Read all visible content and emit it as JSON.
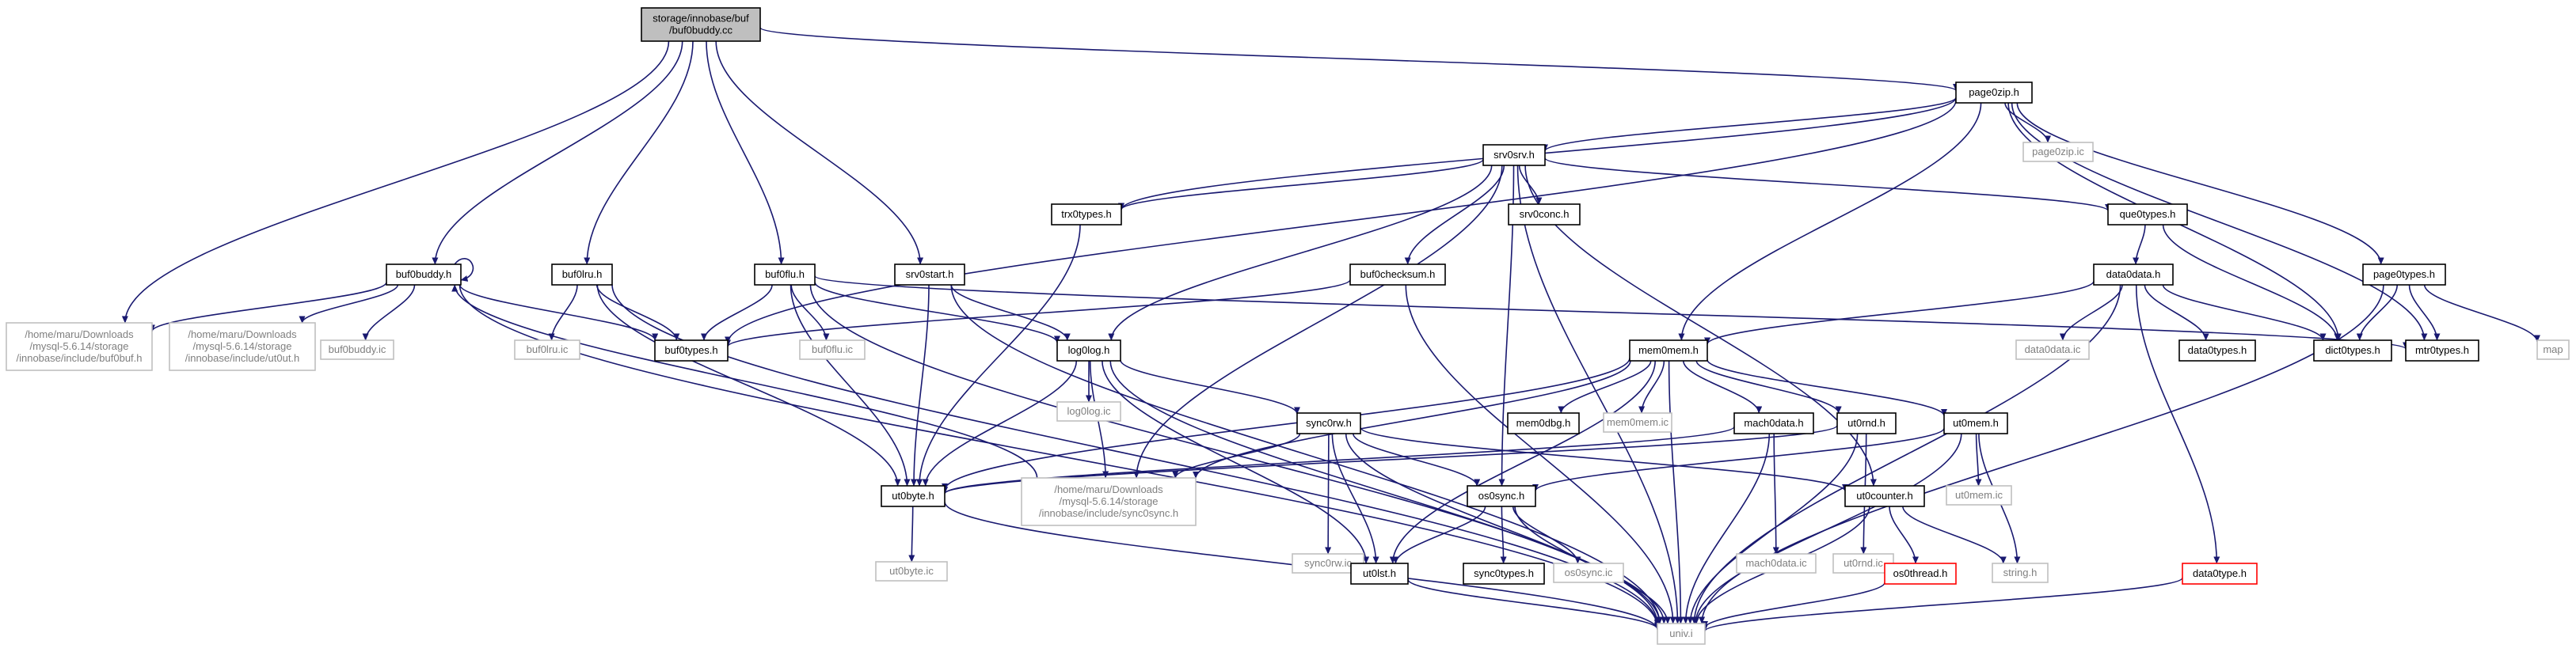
{
  "colors": {
    "edge": "#191970",
    "root_fill": "#bfbfbf",
    "node_border": "#000000",
    "external_border": "#bfbfbf",
    "external_text": "#7f7f7f",
    "missing_border": "#ff0000",
    "text": "#000000"
  },
  "nodes": [
    {
      "id": "root",
      "lines": [
        "storage/innobase/buf",
        "/buf0buddy.cc"
      ],
      "style": "root"
    },
    {
      "id": "page0zip_h",
      "lines": [
        "page0zip.h"
      ],
      "style": "normal"
    },
    {
      "id": "page0zip_ic",
      "lines": [
        "page0zip.ic"
      ],
      "style": "external"
    },
    {
      "id": "srv0srv_h",
      "lines": [
        "srv0srv.h"
      ],
      "style": "normal"
    },
    {
      "id": "trx0types_h",
      "lines": [
        "trx0types.h"
      ],
      "style": "normal"
    },
    {
      "id": "srv0conc_h",
      "lines": [
        "srv0conc.h"
      ],
      "style": "normal"
    },
    {
      "id": "que0types_h",
      "lines": [
        "que0types.h"
      ],
      "style": "normal"
    },
    {
      "id": "buf0buddy_h",
      "lines": [
        "buf0buddy.h"
      ],
      "style": "normal"
    },
    {
      "id": "buf0lru_h",
      "lines": [
        "buf0lru.h"
      ],
      "style": "normal"
    },
    {
      "id": "buf0flu_h",
      "lines": [
        "buf0flu.h"
      ],
      "style": "normal"
    },
    {
      "id": "srv0start_h",
      "lines": [
        "srv0start.h"
      ],
      "style": "normal"
    },
    {
      "id": "buf0checksum_h",
      "lines": [
        "buf0checksum.h"
      ],
      "style": "normal"
    },
    {
      "id": "data0data_h",
      "lines": [
        "data0data.h"
      ],
      "style": "normal"
    },
    {
      "id": "page0types_h",
      "lines": [
        "page0types.h"
      ],
      "style": "normal"
    },
    {
      "id": "ext_buf0buf",
      "lines": [
        "/home/maru/Downloads",
        "/mysql-5.6.14/storage",
        "/innobase/include/buf0buf.h"
      ],
      "style": "external"
    },
    {
      "id": "ext_ut0ut",
      "lines": [
        "/home/maru/Downloads",
        "/mysql-5.6.14/storage",
        "/innobase/include/ut0ut.h"
      ],
      "style": "external"
    },
    {
      "id": "buf0buddy_ic",
      "lines": [
        "buf0buddy.ic"
      ],
      "style": "external"
    },
    {
      "id": "buf0types_h",
      "lines": [
        "buf0types.h"
      ],
      "style": "normal"
    },
    {
      "id": "buf0lru_ic",
      "lines": [
        "buf0lru.ic"
      ],
      "style": "external"
    },
    {
      "id": "buf0flu_ic",
      "lines": [
        "buf0flu.ic"
      ],
      "style": "external"
    },
    {
      "id": "log0log_h",
      "lines": [
        "log0log.h"
      ],
      "style": "normal"
    },
    {
      "id": "mem0mem_h",
      "lines": [
        "mem0mem.h"
      ],
      "style": "normal"
    },
    {
      "id": "data0data_ic",
      "lines": [
        "data0data.ic"
      ],
      "style": "external"
    },
    {
      "id": "data0types_h",
      "lines": [
        "data0types.h"
      ],
      "style": "normal"
    },
    {
      "id": "dict0types_h",
      "lines": [
        "dict0types.h"
      ],
      "style": "normal"
    },
    {
      "id": "mtr0types_h",
      "lines": [
        "mtr0types.h"
      ],
      "style": "normal"
    },
    {
      "id": "map",
      "lines": [
        "map"
      ],
      "style": "external"
    },
    {
      "id": "log0log_ic",
      "lines": [
        "log0log.ic"
      ],
      "style": "external"
    },
    {
      "id": "mem0dbg_h",
      "lines": [
        "mem0dbg.h"
      ],
      "style": "normal"
    },
    {
      "id": "mem0mem_ic",
      "lines": [
        "mem0mem.ic"
      ],
      "style": "external"
    },
    {
      "id": "mach0data_h",
      "lines": [
        "mach0data.h"
      ],
      "style": "normal"
    },
    {
      "id": "ut0rnd_h",
      "lines": [
        "ut0rnd.h"
      ],
      "style": "normal"
    },
    {
      "id": "ut0mem_h",
      "lines": [
        "ut0mem.h"
      ],
      "style": "normal"
    },
    {
      "id": "sync0rw_h",
      "lines": [
        "sync0rw.h"
      ],
      "style": "normal"
    },
    {
      "id": "ut0byte_h",
      "lines": [
        "ut0byte.h"
      ],
      "style": "normal"
    },
    {
      "id": "ext_sync0sync",
      "lines": [
        "/home/maru/Downloads",
        "/mysql-5.6.14/storage",
        "/innobase/include/sync0sync.h"
      ],
      "style": "external"
    },
    {
      "id": "os0sync_h",
      "lines": [
        "os0sync.h"
      ],
      "style": "normal"
    },
    {
      "id": "sync0rw_ic",
      "lines": [
        "sync0rw.ic"
      ],
      "style": "external"
    },
    {
      "id": "mach0data_ic",
      "lines": [
        "mach0data.ic"
      ],
      "style": "external"
    },
    {
      "id": "ut0rnd_ic",
      "lines": [
        "ut0rnd.ic"
      ],
      "style": "external"
    },
    {
      "id": "ut0counter_h",
      "lines": [
        "ut0counter.h"
      ],
      "style": "normal"
    },
    {
      "id": "ut0mem_ic",
      "lines": [
        "ut0mem.ic"
      ],
      "style": "external"
    },
    {
      "id": "ut0byte_ic",
      "lines": [
        "ut0byte.ic"
      ],
      "style": "external"
    },
    {
      "id": "ut0lst_h",
      "lines": [
        "ut0lst.h"
      ],
      "style": "normal"
    },
    {
      "id": "sync0types_h",
      "lines": [
        "sync0types.h"
      ],
      "style": "normal"
    },
    {
      "id": "os0sync_ic",
      "lines": [
        "os0sync.ic"
      ],
      "style": "external"
    },
    {
      "id": "os0thread_h",
      "lines": [
        "os0thread.h"
      ],
      "style": "missing"
    },
    {
      "id": "string_h",
      "lines": [
        "string.h"
      ],
      "style": "external"
    },
    {
      "id": "data0type_h",
      "lines": [
        "data0type.h"
      ],
      "style": "missing"
    },
    {
      "id": "univ_i",
      "lines": [
        "univ.i"
      ],
      "style": "external"
    }
  ],
  "edges": [
    [
      "root",
      "page0zip_h"
    ],
    [
      "root",
      "buf0buddy_h"
    ],
    [
      "root",
      "buf0lru_h"
    ],
    [
      "root",
      "buf0flu_h"
    ],
    [
      "root",
      "srv0start_h"
    ],
    [
      "root",
      "ext_buf0buf"
    ],
    [
      "page0zip_h",
      "srv0srv_h"
    ],
    [
      "page0zip_h",
      "page0zip_ic"
    ],
    [
      "page0zip_h",
      "trx0types_h"
    ],
    [
      "page0zip_h",
      "mem0mem_h"
    ],
    [
      "page0zip_h",
      "page0types_h"
    ],
    [
      "page0zip_h",
      "dict0types_h"
    ],
    [
      "page0zip_h",
      "mtr0types_h"
    ],
    [
      "page0zip_h",
      "buf0types_h"
    ],
    [
      "srv0srv_h",
      "trx0types_h"
    ],
    [
      "srv0srv_h",
      "srv0conc_h"
    ],
    [
      "srv0srv_h",
      "que0types_h"
    ],
    [
      "srv0srv_h",
      "buf0checksum_h"
    ],
    [
      "srv0srv_h",
      "log0log_h"
    ],
    [
      "srv0srv_h",
      "ext_sync0sync"
    ],
    [
      "srv0srv_h",
      "os0sync_h"
    ],
    [
      "srv0srv_h",
      "ut0counter_h"
    ],
    [
      "srv0srv_h",
      "univ_i"
    ],
    [
      "trx0types_h",
      "ut0byte_h"
    ],
    [
      "que0types_h",
      "data0data_h"
    ],
    [
      "que0types_h",
      "dict0types_h"
    ],
    [
      "buf0buddy_h",
      "buf0buddy_h"
    ],
    [
      "buf0buddy_h",
      "ext_buf0buf"
    ],
    [
      "buf0buddy_h",
      "ext_ut0ut"
    ],
    [
      "buf0buddy_h",
      "buf0buddy_ic"
    ],
    [
      "buf0buddy_h",
      "buf0types_h"
    ],
    [
      "buf0buddy_h",
      "univ_i"
    ],
    [
      "buf0lru_h",
      "buf0types_h"
    ],
    [
      "buf0lru_h",
      "buf0lru_ic"
    ],
    [
      "buf0lru_h",
      "ut0byte_h"
    ],
    [
      "buf0lru_h",
      "univ_i"
    ],
    [
      "buf0flu_h",
      "buf0types_h"
    ],
    [
      "buf0flu_h",
      "buf0flu_ic"
    ],
    [
      "buf0flu_h",
      "log0log_h"
    ],
    [
      "buf0flu_h",
      "ut0byte_h"
    ],
    [
      "buf0flu_h",
      "mtr0types_h"
    ],
    [
      "buf0flu_h",
      "univ_i"
    ],
    [
      "srv0start_h",
      "log0log_h"
    ],
    [
      "srv0start_h",
      "ut0byte_h"
    ],
    [
      "srv0start_h",
      "univ_i"
    ],
    [
      "buf0checksum_h",
      "buf0types_h"
    ],
    [
      "buf0checksum_h",
      "univ_i"
    ],
    [
      "data0data_h",
      "data0data_ic"
    ],
    [
      "data0data_h",
      "data0types_h"
    ],
    [
      "data0data_h",
      "dict0types_h"
    ],
    [
      "data0data_h",
      "mem0mem_h"
    ],
    [
      "data0data_h",
      "data0type_h"
    ],
    [
      "data0data_h",
      "univ_i"
    ],
    [
      "page0types_h",
      "dict0types_h"
    ],
    [
      "page0types_h",
      "mtr0types_h"
    ],
    [
      "page0types_h",
      "map"
    ],
    [
      "page0types_h",
      "univ_i"
    ],
    [
      "log0log_h",
      "log0log_ic"
    ],
    [
      "log0log_h",
      "sync0rw_h"
    ],
    [
      "log0log_h",
      "ut0byte_h"
    ],
    [
      "log0log_h",
      "ext_sync0sync"
    ],
    [
      "log0log_h",
      "ut0lst_h"
    ],
    [
      "log0log_h",
      "univ_i"
    ],
    [
      "mem0mem_h",
      "mem0dbg_h"
    ],
    [
      "mem0mem_h",
      "mem0mem_ic"
    ],
    [
      "mem0mem_h",
      "mach0data_h"
    ],
    [
      "mem0mem_h",
      "ut0rnd_h"
    ],
    [
      "mem0mem_h",
      "ut0mem_h"
    ],
    [
      "mem0mem_h",
      "ut0byte_h"
    ],
    [
      "mem0mem_h",
      "ext_sync0sync"
    ],
    [
      "mem0mem_h",
      "ut0lst_h"
    ],
    [
      "mem0mem_h",
      "univ_i"
    ],
    [
      "mach0data_h",
      "mach0data_ic"
    ],
    [
      "mach0data_h",
      "ut0byte_h"
    ],
    [
      "mach0data_h",
      "univ_i"
    ],
    [
      "ut0rnd_h",
      "ut0rnd_ic"
    ],
    [
      "ut0rnd_h",
      "ut0byte_h"
    ],
    [
      "ut0rnd_h",
      "univ_i"
    ],
    [
      "ut0mem_h",
      "ut0mem_ic"
    ],
    [
      "ut0mem_h",
      "os0sync_h"
    ],
    [
      "ut0mem_h",
      "string_h"
    ],
    [
      "ut0mem_h",
      "univ_i"
    ],
    [
      "sync0rw_h",
      "sync0rw_ic"
    ],
    [
      "sync0rw_h",
      "os0sync_h"
    ],
    [
      "sync0rw_h",
      "ut0lst_h"
    ],
    [
      "sync0rw_h",
      "ext_sync0sync"
    ],
    [
      "sync0rw_h",
      "ut0counter_h"
    ],
    [
      "sync0rw_h",
      "univ_i"
    ],
    [
      "ut0byte_h",
      "ut0byte_ic"
    ],
    [
      "ut0byte_h",
      "univ_i"
    ],
    [
      "ext_sync0sync",
      "buf0buddy_h"
    ],
    [
      "os0sync_h",
      "sync0types_h"
    ],
    [
      "os0sync_h",
      "os0sync_ic"
    ],
    [
      "os0sync_h",
      "ut0lst_h"
    ],
    [
      "os0sync_h",
      "univ_i"
    ],
    [
      "ut0counter_h",
      "os0thread_h"
    ],
    [
      "ut0counter_h",
      "string_h"
    ],
    [
      "ut0counter_h",
      "univ_i"
    ],
    [
      "ut0lst_h",
      "univ_i"
    ],
    [
      "os0thread_h",
      "univ_i"
    ],
    [
      "data0type_h",
      "univ_i"
    ]
  ]
}
